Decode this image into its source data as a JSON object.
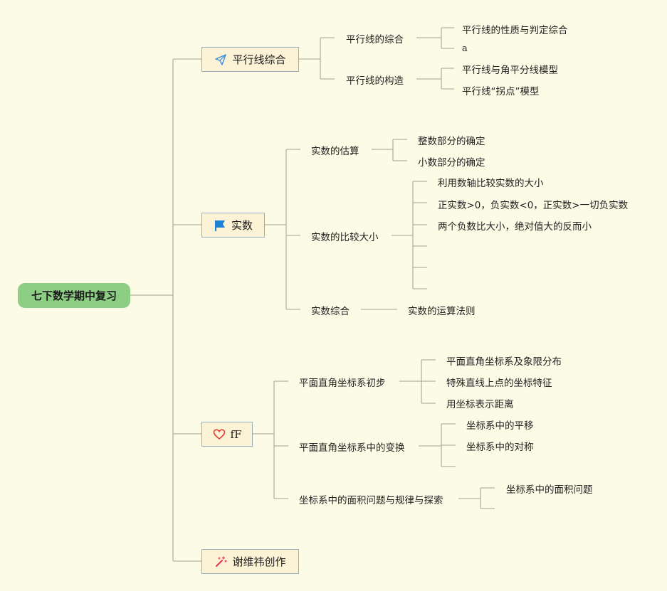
{
  "root": "七下数学期中复习",
  "branches": [
    {
      "label": "平行线综合",
      "icon": "paper-plane-icon",
      "children": [
        {
          "label": "平行线的综合",
          "children": [
            "平行线的性质与判定综合",
            "a"
          ]
        },
        {
          "label": "平行线的构造",
          "children": [
            "平行线与角平分线模型",
            "平行线“拐点”模型"
          ]
        }
      ]
    },
    {
      "label": "实数",
      "icon": "blue-flag-icon",
      "children": [
        {
          "label": "实数的估算",
          "children": [
            "整数部分的确定",
            "小数部分的确定"
          ]
        },
        {
          "label": "实数的比较大小",
          "children": [
            "利用数轴比较实数的大小",
            "正实数>0，负实数<0，正实数>一切负实数",
            "两个负数比大小，绝对值大的反而小",
            "",
            "",
            ""
          ]
        },
        {
          "label": "实数综合",
          "children": [
            "实数的运算法则"
          ]
        }
      ]
    },
    {
      "label": "fF",
      "icon": "heart-icon",
      "children": [
        {
          "label": "平面直角坐标系初步",
          "children": [
            "平面直角坐标系及象限分布",
            "特殊直线上点的坐标特征",
            "用坐标表示距离"
          ]
        },
        {
          "label": "平面直角坐标系中的变换",
          "children": [
            "坐标系中的平移",
            "坐标系中的对称",
            ""
          ]
        },
        {
          "label": "坐标系中的面积问题与规律与探索",
          "children": [
            "坐标系中的面积问题",
            ""
          ]
        }
      ]
    },
    {
      "label": "谢维祎创作",
      "icon": "magic-wand-icon",
      "children": []
    }
  ],
  "colors": {
    "background": "#fbfbe6",
    "root_fill": "#8ccf84",
    "branch_fill": "#fcf3d7",
    "branch_border": "#99aebf",
    "connector": "#b3b3a0",
    "plane_icon": "#3a8fd6",
    "flag_icon": "#1f7fd3",
    "heart_icon": "#e0392b",
    "wand_icon": "#e8344e"
  }
}
